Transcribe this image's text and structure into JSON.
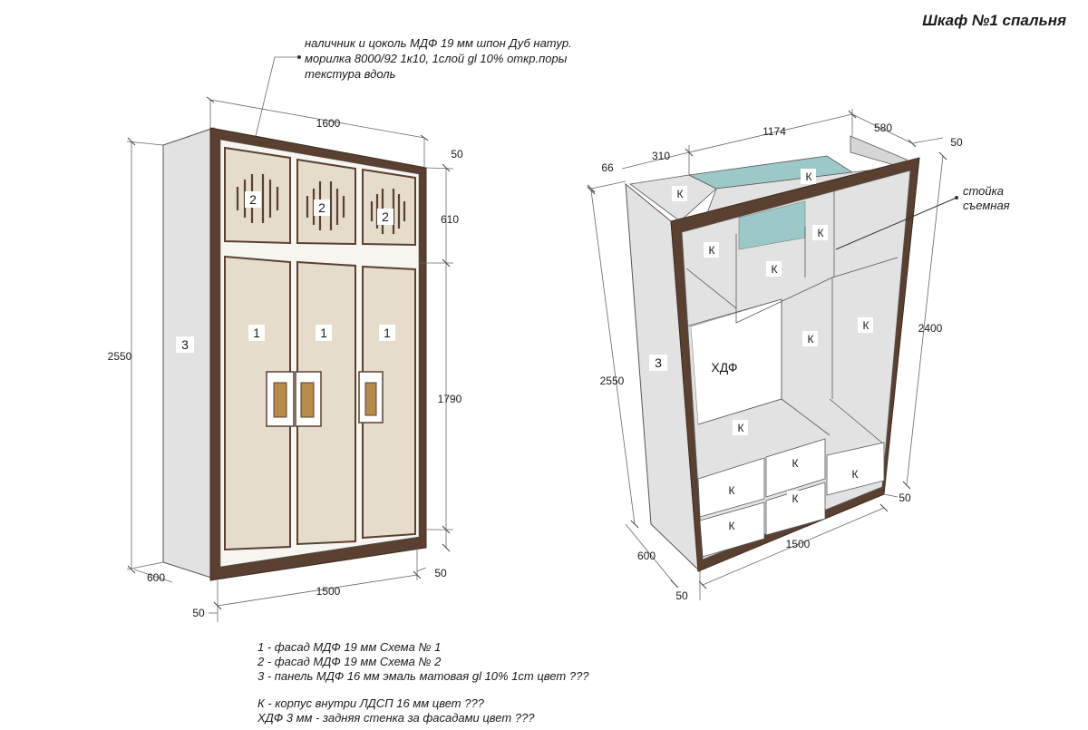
{
  "title": "Шкаф №1 спальня",
  "top_note": {
    "line1": "наличник и цоколь МДФ 19 мм шпон Дуб натур.",
    "line2": "морилка 8000/92 1к10, 1слой gl 10%  откр.поры",
    "line3": "текстура вдоль"
  },
  "front_view": {
    "dims": {
      "top_width": "1600",
      "height_total": "2550",
      "depth": "600",
      "bottom_width": "1500",
      "upper_facade": "610",
      "lower_facade": "1790",
      "trim_top": "50",
      "trim_right": "50",
      "trim_bottom": "50"
    },
    "labels": {
      "side": "3",
      "upper": "2",
      "lower": "1"
    }
  },
  "iso_view": {
    "dims": {
      "d66": "66",
      "d310": "310",
      "d1174": "1174",
      "d580": "580",
      "d50_top": "50",
      "height_2550": "2550",
      "height_2400": "2400",
      "depth_600": "600",
      "d50_bottom_left": "50",
      "width_1500": "1500",
      "d50_bottom_right": "50"
    },
    "callout": {
      "line1": "стойка",
      "line2": "съемная"
    },
    "labels": {
      "k": "К",
      "hdf": "ХДФ",
      "side": "3"
    }
  },
  "legend": [
    "1 - фасад МДФ 19 мм Схема № 1",
    "2 - фасад МДФ 19 мм Схема № 2",
    "3 - панель МДФ 16 мм эмаль матовая gl 10% 1ст цвет ???",
    "К - корпус внутри ЛДСП 16 мм цвет ???",
    "ХДФ 3 мм - задняя стенка за фасадами цвет ???"
  ],
  "colors": {
    "trim": "#5a4030",
    "panel": "#e2e2e2",
    "facade": "#e6dccb",
    "facade_frame": "#f7f5f0",
    "glass": "#9cc8c8",
    "handle": "#b68a4a"
  }
}
